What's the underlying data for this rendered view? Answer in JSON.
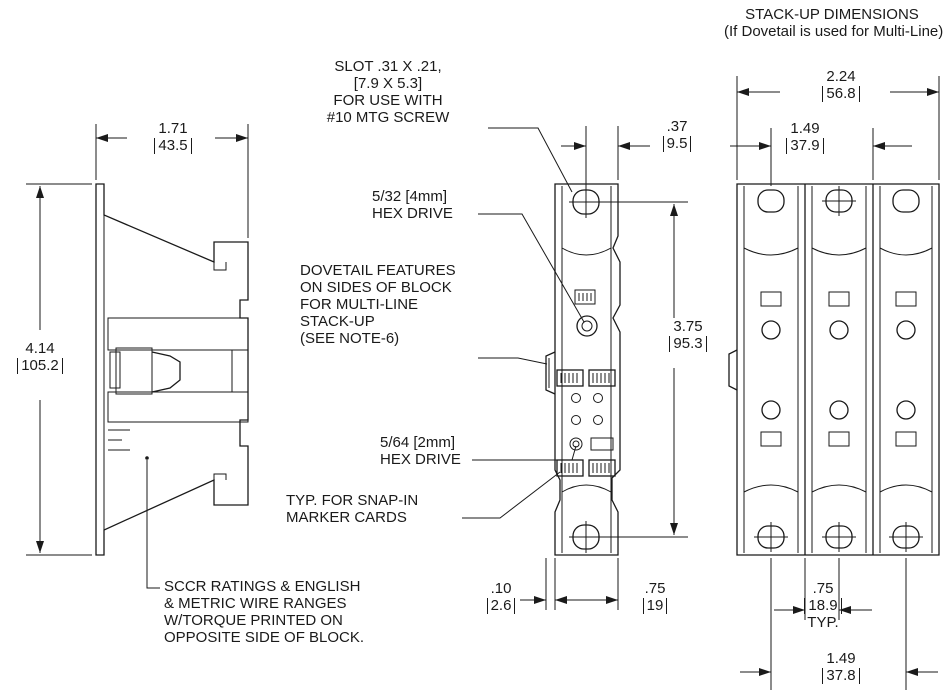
{
  "header": {
    "title_line1": "STACK-UP DIMENSIONS",
    "title_line2": "(If Dovetail is used for Multi-Line)"
  },
  "side_view": {
    "width_in": "1.71",
    "width_mm": "43.5",
    "height_in": "4.14",
    "height_mm": "105.2"
  },
  "front_view": {
    "slot_note": [
      "SLOT .31 X .21,",
      "[7.9 X 5.3]",
      "FOR USE WITH",
      "#10 MTG SCREW"
    ],
    "offset_in": ".37",
    "offset_mm": "9.5",
    "hex_large_note": [
      "5/32 [4mm]",
      "HEX DRIVE"
    ],
    "dovetail_note": [
      "DOVETAIL FEATURES",
      "ON SIDES OF BLOCK",
      "FOR MULTI-LINE",
      "STACK-UP",
      "(SEE NOTE-6)"
    ],
    "hex_small_note": [
      "5/64 [2mm]",
      "HEX DRIVE"
    ],
    "marker_note": [
      "TYP. FOR SNAP-IN",
      "MARKER CARDS"
    ],
    "hole_pitch_in": "3.75",
    "hole_pitch_mm": "95.3",
    "dovetail_in": ".10",
    "dovetail_mm": "2.6",
    "block_width_in": ".75",
    "block_width_mm": "19"
  },
  "stack_view": {
    "overall_in": "2.24",
    "overall_mm": "56.8",
    "upper_pitch_in": "1.49",
    "upper_pitch_mm": "37.9",
    "pole_in": ".75",
    "pole_mm": "18.9",
    "pole_note": "TYP.",
    "lower_pitch_in": "1.49",
    "lower_pitch_mm": "37.8"
  },
  "sccr_note": [
    "SCCR RATINGS & ENGLISH",
    "& METRIC WIRE RANGES",
    "W/TORQUE PRINTED ON",
    "OPPOSITE SIDE OF BLOCK."
  ],
  "icons": {
    "mounting_slot": "rounded-slot-icon",
    "hex_socket": "hex-socket-icon",
    "wire_entry": "terminal-port-icon"
  }
}
